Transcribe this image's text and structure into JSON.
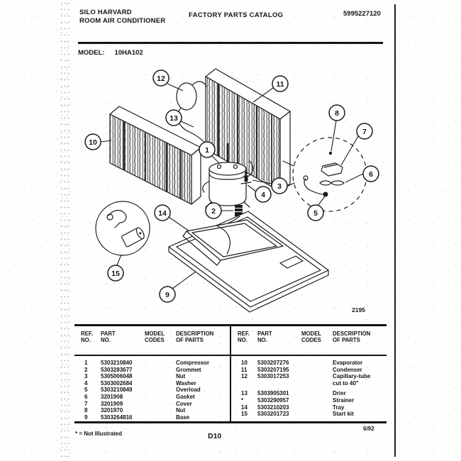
{
  "header": {
    "brand_line1": "SILO HARVARD",
    "brand_line2": "ROOM AIR CONDITIONER",
    "center_title": "FACTORY PARTS CATALOG",
    "doc_number": "5995227120",
    "model_label": "MODEL:",
    "model_value": "10HA102"
  },
  "diagram": {
    "figure_number": "2195",
    "callouts": [
      "1",
      "2",
      "3",
      "4",
      "5",
      "6",
      "7",
      "8",
      "9",
      "10",
      "11",
      "12",
      "13",
      "14",
      "15"
    ]
  },
  "table": {
    "col_headers": [
      "REF.\nNO.",
      "PART\nNO.",
      "MODEL\nCODES",
      "DESCRIPTION\nOF PARTS"
    ],
    "left_rows": [
      {
        "ref": "1",
        "part": "5303210840",
        "codes": "",
        "desc": "Compressor"
      },
      {
        "ref": "2",
        "part": "5303283677",
        "codes": "",
        "desc": "Grommet"
      },
      {
        "ref": "3",
        "part": "5305006048",
        "codes": "",
        "desc": "Nut"
      },
      {
        "ref": "4",
        "part": "5303002684",
        "codes": "",
        "desc": "Washer"
      },
      {
        "ref": "5",
        "part": "5303210849",
        "codes": "",
        "desc": "Overload"
      },
      {
        "ref": "6",
        "part": "3201908",
        "codes": "",
        "desc": "Gasket"
      },
      {
        "ref": "7",
        "part": "3201909",
        "codes": "",
        "desc": "Cover"
      },
      {
        "ref": "8",
        "part": "3201970",
        "codes": "",
        "desc": "Nut"
      },
      {
        "ref": "9",
        "part": "5303264816",
        "codes": "",
        "desc": "Base"
      }
    ],
    "right_rows": [
      {
        "ref": "10",
        "part": "5303207276",
        "codes": "",
        "desc": "Evaporator"
      },
      {
        "ref": "11",
        "part": "5303207195",
        "codes": "",
        "desc": "Condenser"
      },
      {
        "ref": "12",
        "part": "5303017253",
        "codes": "",
        "desc": "Capillary-tube\ncut to 40\""
      },
      {
        "ref": "13",
        "part": "5303905301",
        "codes": "",
        "desc": "Drier"
      },
      {
        "ref": "*",
        "part": "5303290957",
        "codes": "",
        "desc": "Strainer"
      },
      {
        "ref": "14",
        "part": "5303210203",
        "codes": "",
        "desc": "Tray"
      },
      {
        "ref": "15",
        "part": "5303201723",
        "codes": "",
        "desc": "Start kit"
      }
    ]
  },
  "footer": {
    "note": "* = Not Illustrated",
    "page": "D10",
    "date": "6/92"
  }
}
